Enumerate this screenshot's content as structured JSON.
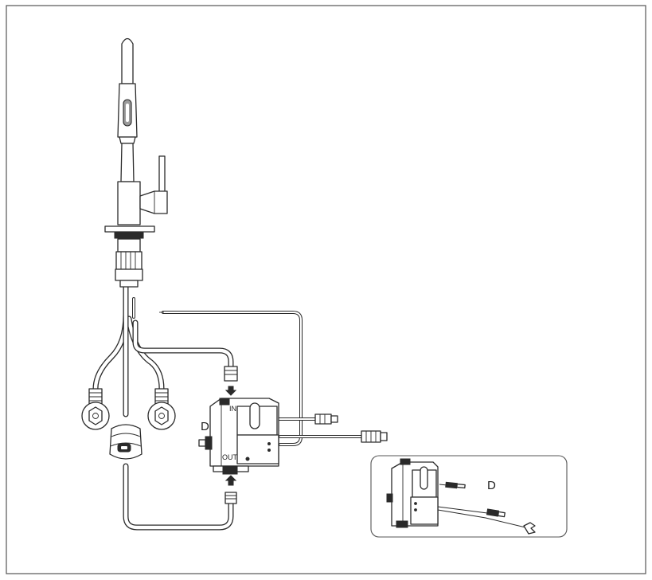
{
  "labels": {
    "inlet": "IN",
    "outlet": "OUT",
    "control_box": "D",
    "inset_control_box": "D"
  },
  "icons": {
    "inlet_arrow": "arrow-down-icon",
    "outlet_arrow": "arrow-up-icon"
  },
  "colors": {
    "line": "#2a2a2a",
    "frame": "#555555",
    "background": "#ffffff"
  }
}
